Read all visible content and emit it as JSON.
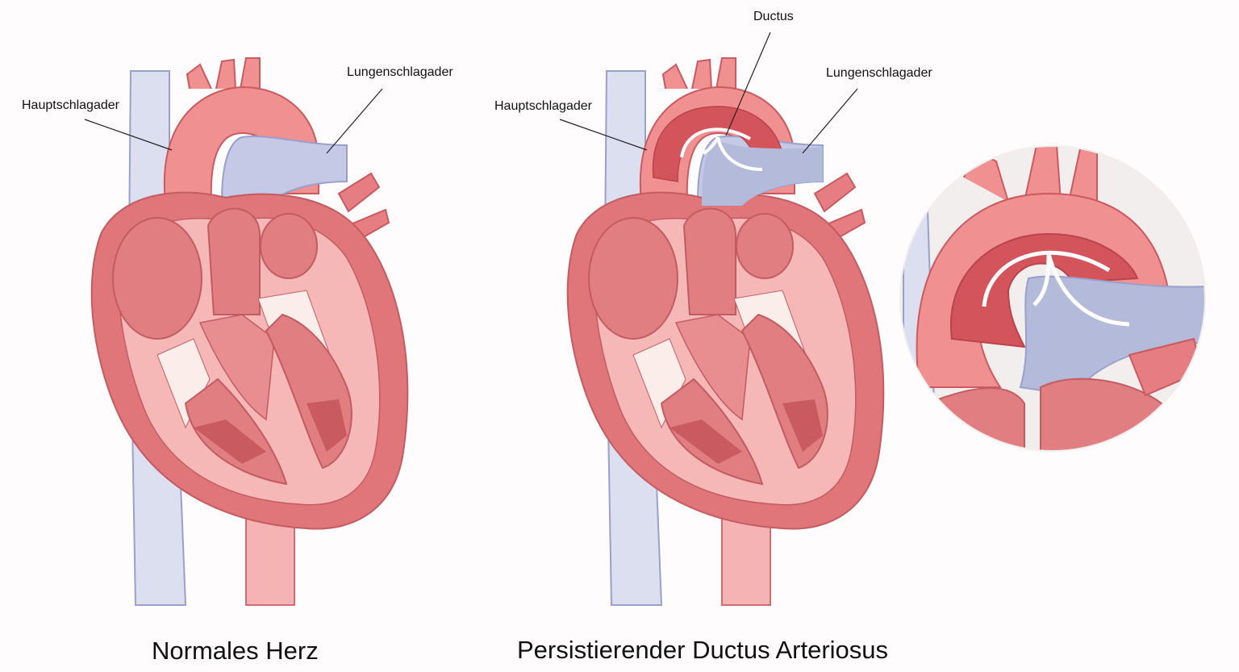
{
  "labels": {
    "left_aorta": "Hauptschlagader",
    "left_pulmonary": "Lungenschlagader",
    "right_aorta": "Hauptschlagader",
    "right_pulmonary": "Lungenschlagader",
    "right_ductus": "Ductus"
  },
  "captions": {
    "normal": "Normales Herz",
    "pda": "Persistierender Ductus Arteriosus"
  },
  "colors": {
    "heart_outer": "#e0767a",
    "heart_inner": "#f6b7b7",
    "muscle": "#e07e82",
    "oxygenated": "#f09090",
    "deoxygenated": "#b4bad9",
    "dark_red": "#d4545c",
    "vein": "#d6d9ee"
  }
}
